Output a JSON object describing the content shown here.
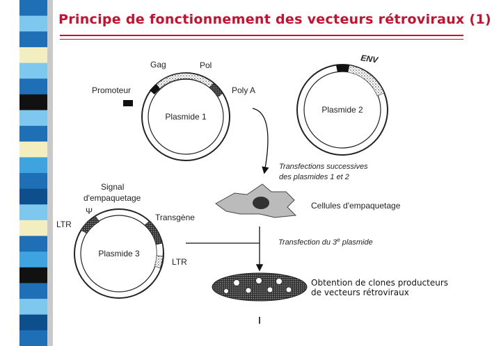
{
  "title": "Principe de fonctionnement des vecteurs rétroviraux (1)",
  "colors": {
    "title": "#c8102e",
    "stripe": [
      "#1e6fb5",
      "#7ec8f0",
      "#f2eec0",
      "#111111",
      "#3fa3e0",
      "#0d4f8c"
    ]
  },
  "plasmid1": {
    "name": "Plasmide 1",
    "gag": "Gag",
    "pol": "Pol",
    "promoter": "Promoteur",
    "polya": "Poly A"
  },
  "plasmid2": {
    "name": "Plasmide 2",
    "env": "ENV"
  },
  "plasmid3": {
    "name": "Plasmide 3",
    "signal_line1": "Signal",
    "signal_line2": "d'empaquetage",
    "psi": "Ψ",
    "ltr_left": "LTR",
    "transgene": "Transgène",
    "ltr_right": "LTR"
  },
  "transfection1": {
    "line1": "Transfections successives",
    "line2": "des plasmides 1 et 2"
  },
  "cells": "Cellules d'empaquetage",
  "transfection3": {
    "prefix": "Transfection du 3",
    "sup": "e",
    "suffix": " plasmide"
  },
  "result": {
    "line1": "Obtention de clones producteurs",
    "line2": "de vecteurs rétroviraux"
  }
}
